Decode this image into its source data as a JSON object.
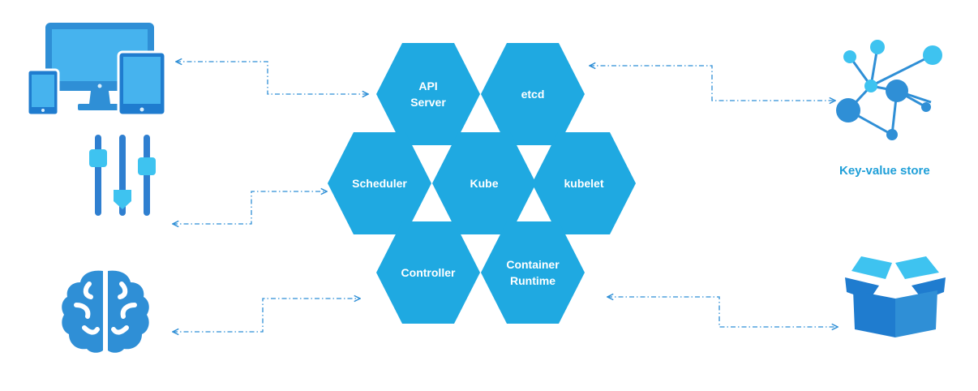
{
  "colors": {
    "hex_fill": "#1fa9e1",
    "icon_blue": "#2f8fd6",
    "icon_light": "#3ec3f0",
    "icon_dark": "#1f5fa8",
    "connector": "#2f8fd6",
    "caption": "#1f9fd8"
  },
  "cluster": {
    "api_server": "API\nServer",
    "etcd": "etcd",
    "scheduler": "Scheduler",
    "kube": "Kube",
    "kubelet": "kubelet",
    "controller": "Controller",
    "container_runtime": "Container\nRuntime"
  },
  "right": {
    "kv_caption": "Key-value store"
  },
  "icons": {
    "left": [
      "devices-icon",
      "sliders-icon",
      "brain-icon"
    ],
    "right": [
      "network-graph-icon",
      "open-box-icon"
    ]
  }
}
